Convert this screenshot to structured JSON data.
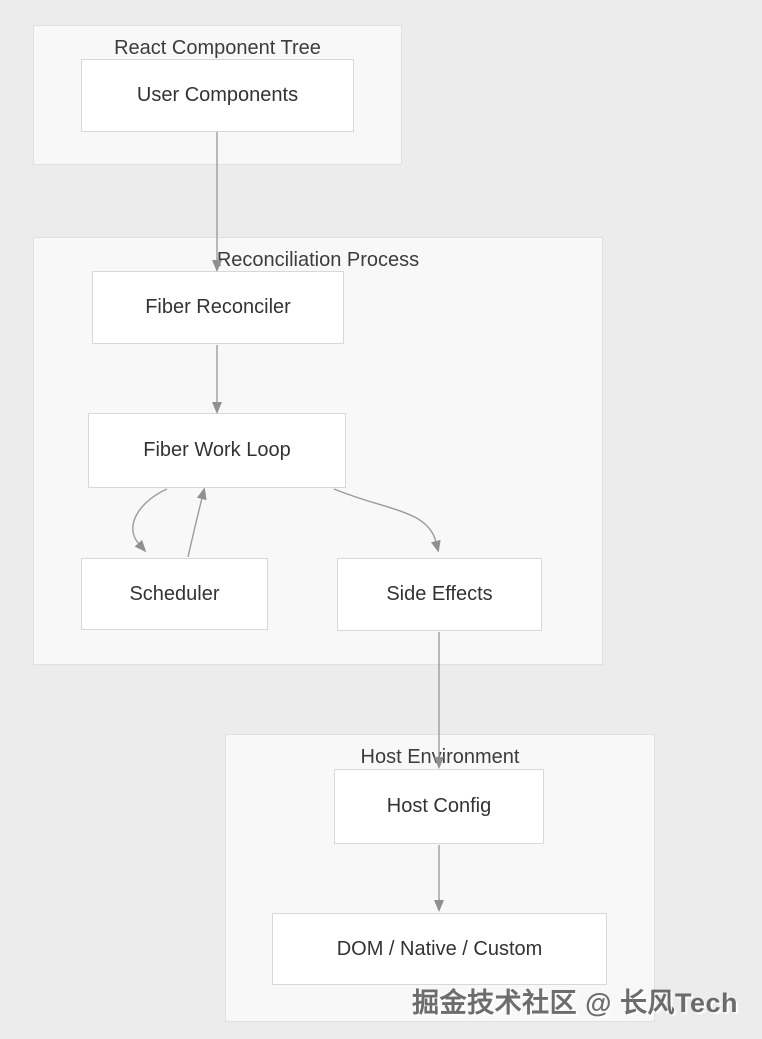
{
  "groups": {
    "react_tree": {
      "title": "React Component Tree"
    },
    "reconciliation": {
      "title": "Reconciliation Process"
    },
    "host_env": {
      "title": "Host Environment"
    }
  },
  "nodes": {
    "user_components": {
      "label": "User Components"
    },
    "fiber_reconciler": {
      "label": "Fiber Reconciler"
    },
    "fiber_work_loop": {
      "label": "Fiber Work Loop"
    },
    "scheduler": {
      "label": "Scheduler"
    },
    "side_effects": {
      "label": "Side Effects"
    },
    "host_config": {
      "label": "Host Config"
    },
    "dom_native_custom": {
      "label": "DOM / Native / Custom"
    }
  },
  "edges": [
    {
      "from": "user_components",
      "to": "fiber_reconciler",
      "style": "straight"
    },
    {
      "from": "fiber_reconciler",
      "to": "fiber_work_loop",
      "style": "straight"
    },
    {
      "from": "fiber_work_loop",
      "to": "scheduler",
      "style": "curved"
    },
    {
      "from": "scheduler",
      "to": "fiber_work_loop",
      "style": "straight"
    },
    {
      "from": "fiber_work_loop",
      "to": "side_effects",
      "style": "curved"
    },
    {
      "from": "side_effects",
      "to": "host_config",
      "style": "straight"
    },
    {
      "from": "host_config",
      "to": "dom_native_custom",
      "style": "straight"
    }
  ],
  "watermark": {
    "text": "掘金技术社区 @ 长风Tech"
  },
  "colors": {
    "page_bg": "#ececec",
    "group_bg": "#f8f8f8",
    "group_border": "#e0e0e0",
    "node_bg": "#ffffff",
    "node_border": "#d8d8d8",
    "text": "#333333",
    "arrow": "#9c9c9c",
    "arrowhead": "#909090"
  }
}
